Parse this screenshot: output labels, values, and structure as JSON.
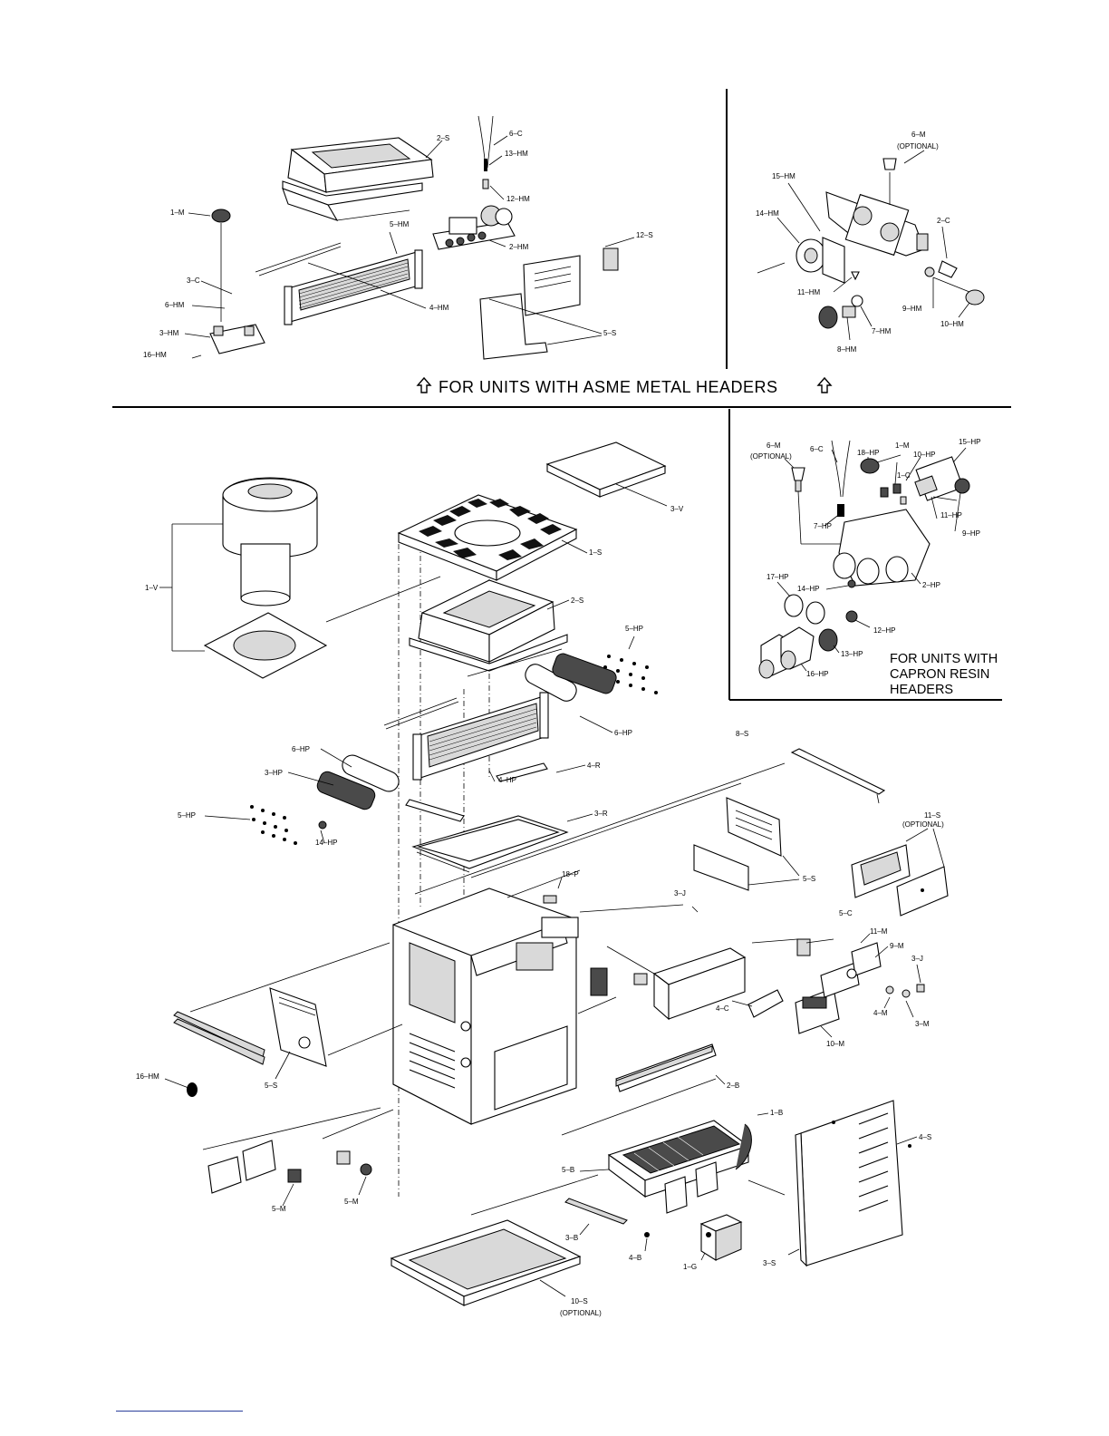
{
  "sections": {
    "metal_caption": "FOR UNITS WITH ASME METAL HEADERS",
    "resin_caption_lines": [
      "FOR UNITS WITH",
      "CAPRON RESIN",
      "HEADERS"
    ]
  },
  "callouts": [
    {
      "id": "2-S",
      "text": "2–S"
    },
    {
      "id": "6-C",
      "text": "6–C"
    },
    {
      "id": "13-HM",
      "text": "13–HM"
    },
    {
      "id": "12-HM",
      "text": "12–HM"
    },
    {
      "id": "1-M",
      "text": "1–M"
    },
    {
      "id": "5-HM",
      "text": "5–HM"
    },
    {
      "id": "2-HM",
      "text": "2–HM"
    },
    {
      "id": "12-S",
      "text": "12–S"
    },
    {
      "id": "3-C",
      "text": "3–C"
    },
    {
      "id": "4-HM",
      "text": "4–HM"
    },
    {
      "id": "6-HM",
      "text": "6–HM"
    },
    {
      "id": "3-HM",
      "text": "3–HM"
    },
    {
      "id": "5-S",
      "text": "5–S"
    },
    {
      "id": "16-HM",
      "text": "16–HM"
    },
    {
      "id": "6-M",
      "text": "6–M"
    },
    {
      "id": "optional-a",
      "text": "(OPTIONAL)"
    },
    {
      "id": "15-HM",
      "text": "15–HM"
    },
    {
      "id": "14-HM",
      "text": "14–HM"
    },
    {
      "id": "2-C",
      "text": "2–C"
    },
    {
      "id": "11-HM",
      "text": "11–HM"
    },
    {
      "id": "9-HM",
      "text": "9–HM"
    },
    {
      "id": "10-HM",
      "text": "10–HM"
    },
    {
      "id": "7-HM",
      "text": "7–HM"
    },
    {
      "id": "8-HM",
      "text": "8–HM"
    },
    {
      "id": "3-V",
      "text": "3–V"
    },
    {
      "id": "1-S",
      "text": "1–S"
    },
    {
      "id": "1-V",
      "text": "1–V"
    },
    {
      "id": "2-S-b",
      "text": "2–S"
    },
    {
      "id": "5-HP",
      "text": "5–HP"
    },
    {
      "id": "6-HP",
      "text": "6–HP"
    },
    {
      "id": "6-HP-b",
      "text": "6–HP"
    },
    {
      "id": "3-HP",
      "text": "3–HP"
    },
    {
      "id": "4-HP",
      "text": "4–HP"
    },
    {
      "id": "4-R",
      "text": "4–R"
    },
    {
      "id": "5-HP-b",
      "text": "5–HP"
    },
    {
      "id": "14-HP",
      "text": "14–HP"
    },
    {
      "id": "3-R",
      "text": "3–R"
    },
    {
      "id": "8-S",
      "text": "8–S"
    },
    {
      "id": "11-S",
      "text": "11–S"
    },
    {
      "id": "optional-b",
      "text": "(OPTIONAL)"
    },
    {
      "id": "18-P",
      "text": "18–P"
    },
    {
      "id": "5-S-b",
      "text": "5–S"
    },
    {
      "id": "3-J",
      "text": "3–J"
    },
    {
      "id": "5-C",
      "text": "5–C"
    },
    {
      "id": "11-M",
      "text": "11–M"
    },
    {
      "id": "9-M",
      "text": "9–M"
    },
    {
      "id": "3-J-b",
      "text": "3–J"
    },
    {
      "id": "4-C",
      "text": "4–C"
    },
    {
      "id": "4-M",
      "text": "4–M"
    },
    {
      "id": "3-M",
      "text": "3–M"
    },
    {
      "id": "10-M",
      "text": "10–M"
    },
    {
      "id": "16-HM-b",
      "text": "16–HM"
    },
    {
      "id": "5-S-c",
      "text": "5–S"
    },
    {
      "id": "2-B",
      "text": "2–B"
    },
    {
      "id": "1-B",
      "text": "1–B"
    },
    {
      "id": "4-S",
      "text": "4–S"
    },
    {
      "id": "5-B",
      "text": "5–B"
    },
    {
      "id": "5-M",
      "text": "5–M"
    },
    {
      "id": "5-M-b",
      "text": "5–M"
    },
    {
      "id": "3-B",
      "text": "3–B"
    },
    {
      "id": "4-B",
      "text": "4–B"
    },
    {
      "id": "1-G",
      "text": "1–G"
    },
    {
      "id": "3-S",
      "text": "3–S"
    },
    {
      "id": "10-S",
      "text": "10–S"
    },
    {
      "id": "optional-c",
      "text": "(OPTIONAL)"
    },
    {
      "id": "6-M-b",
      "text": "6–M"
    },
    {
      "id": "optional-d",
      "text": "(OPTIONAL)"
    },
    {
      "id": "6-C-b",
      "text": "6–C"
    },
    {
      "id": "18-HP",
      "text": "18–HP"
    },
    {
      "id": "1-M-b",
      "text": "1–M"
    },
    {
      "id": "10-HP",
      "text": "10–HP"
    },
    {
      "id": "15-HP",
      "text": "15–HP"
    },
    {
      "id": "1-C",
      "text": "1–C"
    },
    {
      "id": "7-HP",
      "text": "7–HP"
    },
    {
      "id": "11-HP",
      "text": "11–HP"
    },
    {
      "id": "9-HP",
      "text": "9–HP"
    },
    {
      "id": "2-HP",
      "text": "2–HP"
    },
    {
      "id": "17-HP",
      "text": "17–HP"
    },
    {
      "id": "14-HP-b",
      "text": "14–HP"
    },
    {
      "id": "12-HP",
      "text": "12–HP"
    },
    {
      "id": "13-HP",
      "text": "13–HP"
    },
    {
      "id": "16-HP",
      "text": "16–HP"
    }
  ]
}
